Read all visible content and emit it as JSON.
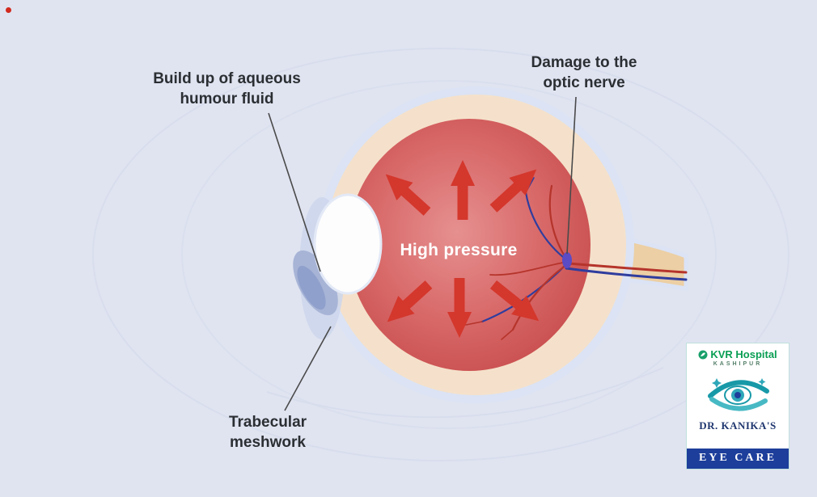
{
  "annotations": {
    "aqueous_label": "Build up of aqueous humour fluid",
    "optic_label": "Damage to the optic nerve",
    "trabecular_label": "Trabecular meshwork",
    "pressure_label": "High pressure"
  },
  "colors": {
    "background": "#e0e4f1",
    "arrow_red": "#d4372c",
    "sclera": "#f5e1cb",
    "eye_rim": "#dbe3f4",
    "inner_red_center": "#e28282",
    "inner_red_edge": "#c74a4a",
    "vessel_red": "#b5342b",
    "vessel_blue": "#2f3d9e",
    "optic_disc_purple": "#5b4bc4",
    "annotation_line": "#4a4a4a",
    "pressure_text": "#ffffff",
    "logo_green": "#0a9e53",
    "logo_navy": "#20376f",
    "logo_banner_blue": "#1d3e9b"
  },
  "logo": {
    "hospital_name": "KVR Hospital",
    "location": "KASHIPUR",
    "doctor_name": "DR. KANIKA'S",
    "tagline": "EYE CARE"
  }
}
